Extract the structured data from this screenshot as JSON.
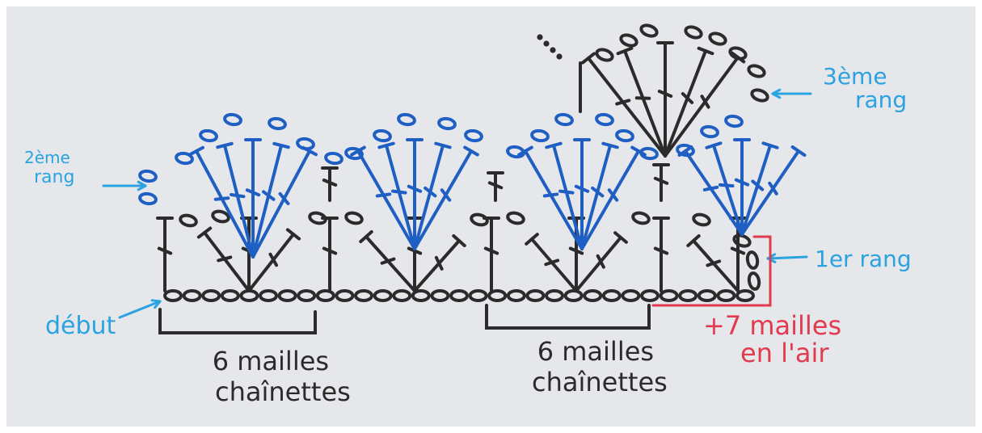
{
  "labels": {
    "row2_line1": "2ème",
    "row2_line2": "rang",
    "row3_line1": "3ème",
    "row3_line2": "rang",
    "row1": "1er rang",
    "start": "début",
    "chains_left_line1": "6 mailles",
    "chains_left_line2": "chaînettes",
    "chains_right_line1": "6 mailles",
    "chains_right_line2": "chaînettes",
    "air_line1": "+7 mailles",
    "air_line2": "en l'air"
  },
  "colors": {
    "paper": "#e6e7eb",
    "ink_dark": "#2b2b2b",
    "ink_blue": "#1f5fc4",
    "ink_cyan": "#2aa3e0",
    "ink_red": "#e23a4e"
  }
}
